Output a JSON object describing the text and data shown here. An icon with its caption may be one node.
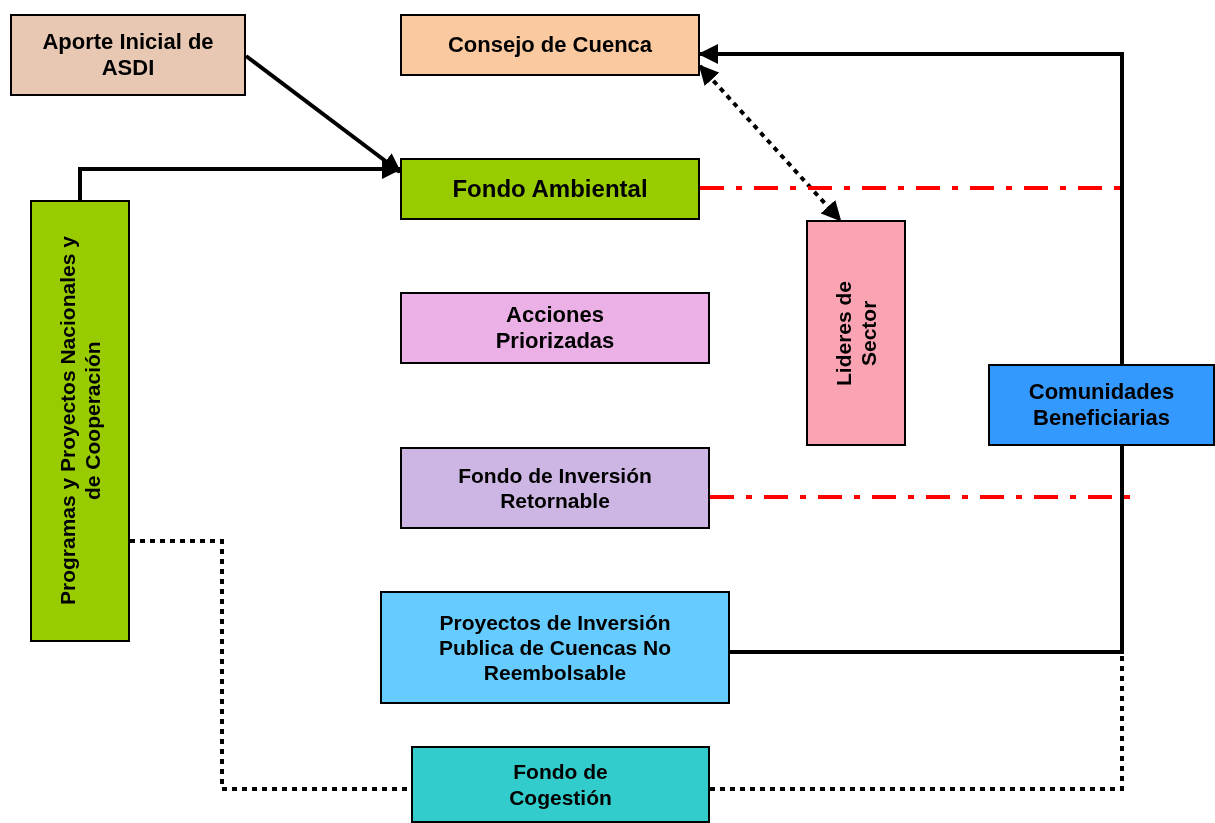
{
  "diagram": {
    "nodes": [
      {
        "text": [
          "Aporte Inicial de ASDI"
        ]
      },
      {
        "text": [
          "Consejo de Cuenca"
        ]
      },
      {
        "text": [
          "Programas y Proyectos Nacionales y de Cooperación"
        ]
      },
      {
        "text": [
          "Fondo Ambiental"
        ]
      },
      {
        "text": [
          "Acciones Priorizadas"
        ]
      },
      {
        "text": [
          "Lideres de Sector"
        ]
      },
      {
        "text": [
          "Comunidades Beneficiarias"
        ]
      },
      {
        "text": [
          "Fondo de Inversión Retornable"
        ]
      },
      {
        "text": [
          "Proyectos de Inversión Publica de Cuencas No Reembolsable"
        ]
      },
      {
        "text": [
          "Fondo de Cogestión"
        ]
      }
    ],
    "edges": [
      {
        "from": 0,
        "to": 3,
        "arrow": "to"
      },
      {
        "from": 2,
        "to": 3,
        "arrow": "to"
      },
      {
        "from": 1,
        "to": 5,
        "arrow": "both",
        "style": "dashed"
      },
      {
        "from": 6,
        "to": 1,
        "arrow": "to"
      },
      {
        "from": 8,
        "to": 6,
        "arrow": "none"
      },
      {
        "from": 3,
        "to": null,
        "arrow": "none",
        "style": "dashed",
        "color": "#ff0000"
      },
      {
        "from": 7,
        "to": null,
        "arrow": "none",
        "style": "dashed",
        "color": "#ff0000"
      },
      {
        "from": 2,
        "to": 9,
        "arrow": "none",
        "style": "dashed"
      },
      {
        "from": 9,
        "to": 6,
        "arrow": "none",
        "style": "dashed"
      }
    ]
  }
}
